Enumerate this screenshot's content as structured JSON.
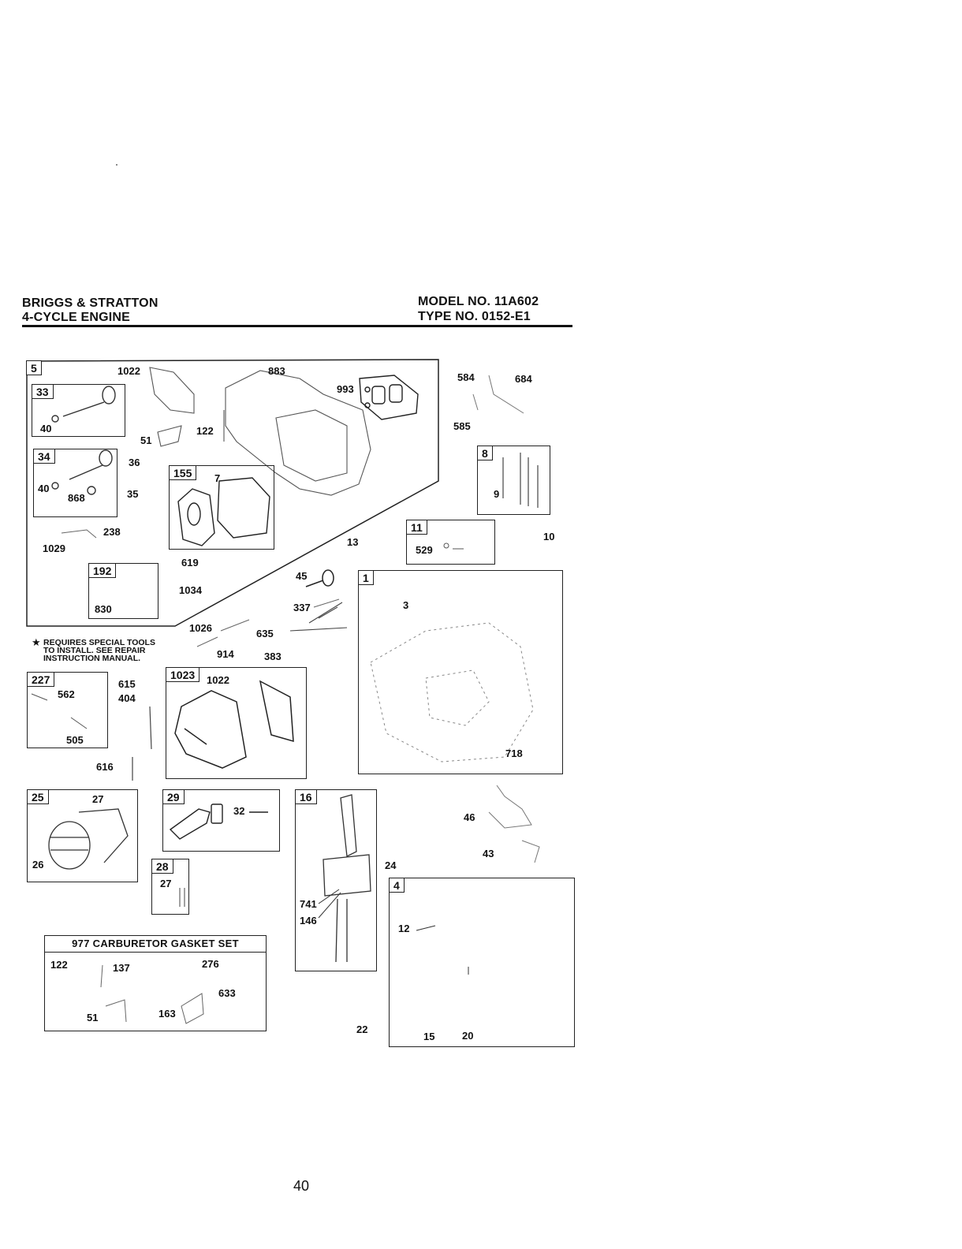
{
  "header": {
    "brand": "BRIGGS & STRATTON",
    "engine": "4-CYCLE ENGINE",
    "model": "MODEL NO. 11A602",
    "type": "TYPE NO. 0152-E1"
  },
  "note": {
    "star": "★",
    "text": "REQUIRES SPECIAL TOOLS\nTO INSTALL. SEE REPAIR\nINSTRUCTION MANUAL."
  },
  "boxes": {
    "b5": "5",
    "b33": "33",
    "b34": "34",
    "b155": "155",
    "b192": "192",
    "b8": "8",
    "b11": "11",
    "b1": "1",
    "b227": "227",
    "b1023": "1023",
    "b25": "25",
    "b29": "29",
    "b28": "28",
    "b16": "16",
    "b4": "4"
  },
  "gasket_set_title": "977 CARBURETOR  GASKET SET",
  "labels": {
    "p1022a": "1022",
    "p883": "883",
    "p993": "993",
    "p40a": "40",
    "p51a": "51",
    "p122a": "122",
    "p36": "36",
    "p40b": "40",
    "p868": "868",
    "p35": "35",
    "p7": "7",
    "p238": "238",
    "p1029": "1029",
    "p619": "619",
    "p1034": "1034",
    "p830": "830",
    "p584": "584",
    "p684": "684",
    "p585": "585",
    "p9": "9",
    "p10": "10",
    "p529": "529",
    "p13": "13",
    "p45": "45",
    "p3": "3",
    "p337": "337",
    "p1026": "1026",
    "p635": "635",
    "p914": "914",
    "p383": "383",
    "p562": "562",
    "p505": "505",
    "p615": "615",
    "p404": "404",
    "p1022b": "1022",
    "p616": "616",
    "p718": "718",
    "p27a": "27",
    "p26": "26",
    "p32": "32",
    "p27b": "27",
    "p46": "46",
    "p43": "43",
    "p24": "24",
    "p741": "741",
    "p146": "146",
    "p12": "12",
    "p122b": "122",
    "p137": "137",
    "p276": "276",
    "p633": "633",
    "p51b": "51",
    "p163": "163",
    "p22": "22",
    "p15": "15",
    "p20": "20"
  },
  "page_number": "40"
}
